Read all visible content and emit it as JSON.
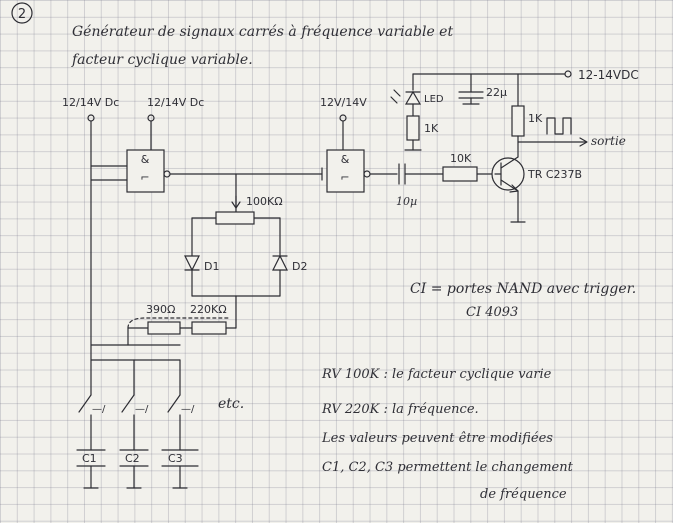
{
  "page_number": "2",
  "title_line1": "Générateur de signaux carrés à fréquence variable et",
  "title_line2": "facteur cyclique variable.",
  "supply_left1": "12/14V Dc",
  "supply_left2": "12/14V Dc",
  "supply_mid": "12V/14V",
  "supply_right": "12-14VDC",
  "led_label": "LED",
  "cap_22": "22µ",
  "res_1k_led": "1K",
  "res_1k_col": "1K",
  "res_10k": "10K",
  "cap_10": "10µ",
  "transistor_label": "TR C237B",
  "output_label": "sortie",
  "pot_100k": "100KΩ",
  "diode_d1": "D1",
  "diode_d2": "D2",
  "res_390": "390Ω",
  "pot_220k": "220KΩ",
  "etc_label": "etc.",
  "cap_c1": "C1",
  "cap_c2": "C2",
  "cap_c3": "C3",
  "note_ci_1": "CI = portes NAND avec trigger.",
  "note_ci_2": "CI 4093",
  "note_rv100": "RV 100K : le facteur cyclique varie",
  "note_rv220": "RV 220K : la fréquence.",
  "note_values": "Les valeurs peuvent être modifiées",
  "note_switch_1": "C1, C2, C3 permettent le changement",
  "note_switch_2": "de fréquence"
}
